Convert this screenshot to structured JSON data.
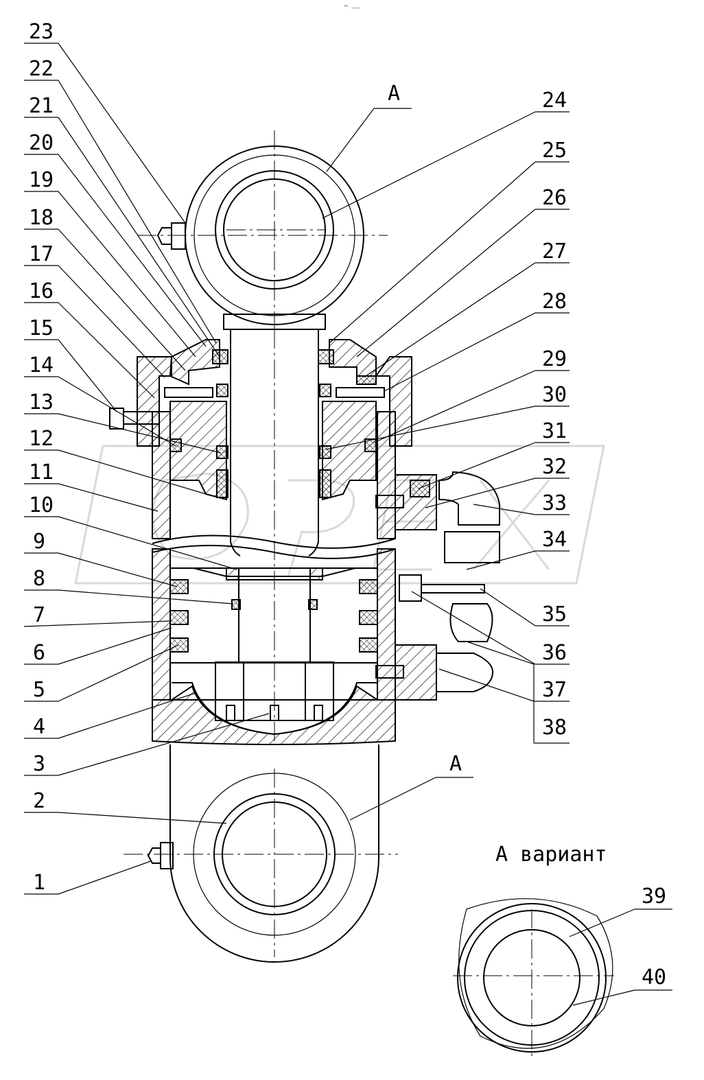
{
  "labels_left": [
    "23",
    "22",
    "21",
    "20",
    "19",
    "18",
    "17",
    "16",
    "15",
    "14",
    "13",
    "12",
    "11",
    "10",
    "9",
    "8",
    "7",
    "6",
    "5",
    "4",
    "3",
    "2",
    "1"
  ],
  "labels_right": [
    "24",
    "25",
    "26",
    "27",
    "28",
    "29",
    "30",
    "31",
    "32",
    "33",
    "34",
    "35",
    "36",
    "37",
    "38"
  ],
  "detail_labels": [
    "39",
    "40"
  ],
  "view_marker_top": "А",
  "view_marker_bottom": "А",
  "view_variant_title": "А вариант",
  "stamp": "™ ----"
}
